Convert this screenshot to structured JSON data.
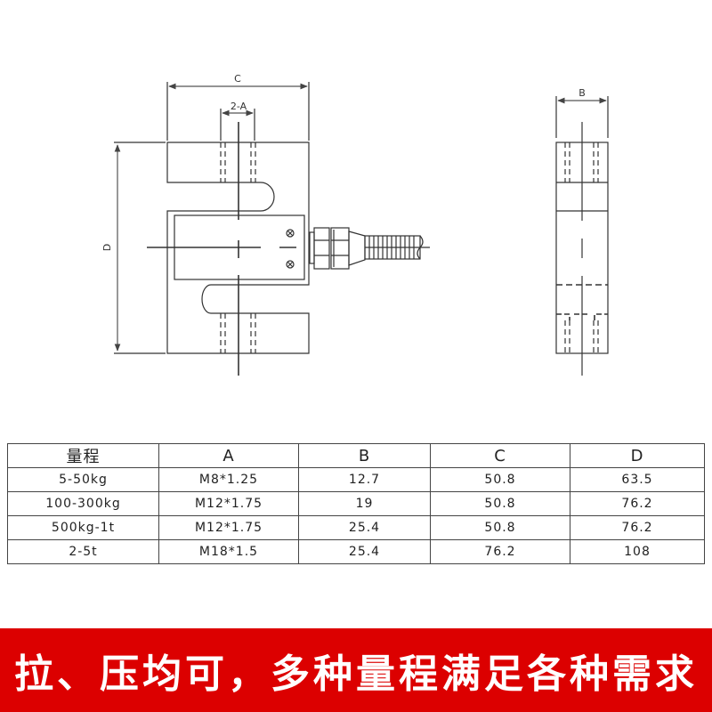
{
  "drawing": {
    "labels": {
      "c": "C",
      "a": "2-A",
      "d": "D",
      "b": "B"
    }
  },
  "table": {
    "headers": [
      "量程",
      "A",
      "B",
      "C",
      "D"
    ],
    "rows": [
      [
        "5-50kg",
        "M8*1.25",
        "12.7",
        "50.8",
        "63.5"
      ],
      [
        "100-300kg",
        "M12*1.75",
        "19",
        "50.8",
        "76.2"
      ],
      [
        "500kg-1t",
        "M12*1.75",
        "25.4",
        "50.8",
        "76.2"
      ],
      [
        "2-5t",
        "M18*1.5",
        "25.4",
        "76.2",
        "108"
      ]
    ]
  },
  "banner": {
    "text": "拉、压均可，多种量程满足各种需求"
  },
  "colors": {
    "banner": "#dc0000",
    "line": "#333333"
  }
}
